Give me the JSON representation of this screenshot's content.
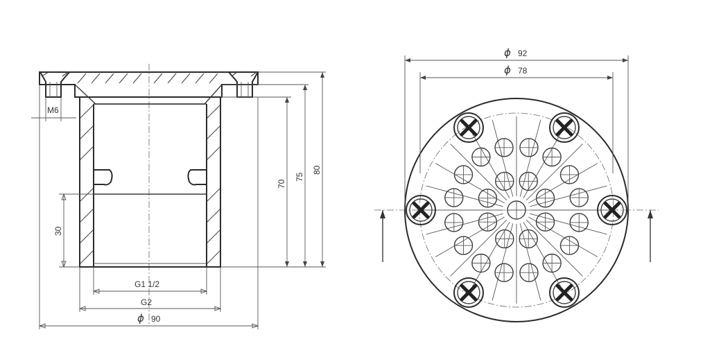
{
  "side_view": {
    "dims": {
      "thread": "M6",
      "d_outer": "90",
      "g2": "G2",
      "g112": "G1 1/2",
      "h30": "30",
      "h70": "70",
      "h75": "75",
      "h80": "80"
    },
    "phi_symbol": "ϕ"
  },
  "top_view": {
    "dims": {
      "d_outer": "92",
      "d_inner": "78"
    },
    "phi_symbol": "ϕ"
  },
  "colors": {
    "line": "#3a3a3a",
    "background": "#ffffff"
  }
}
